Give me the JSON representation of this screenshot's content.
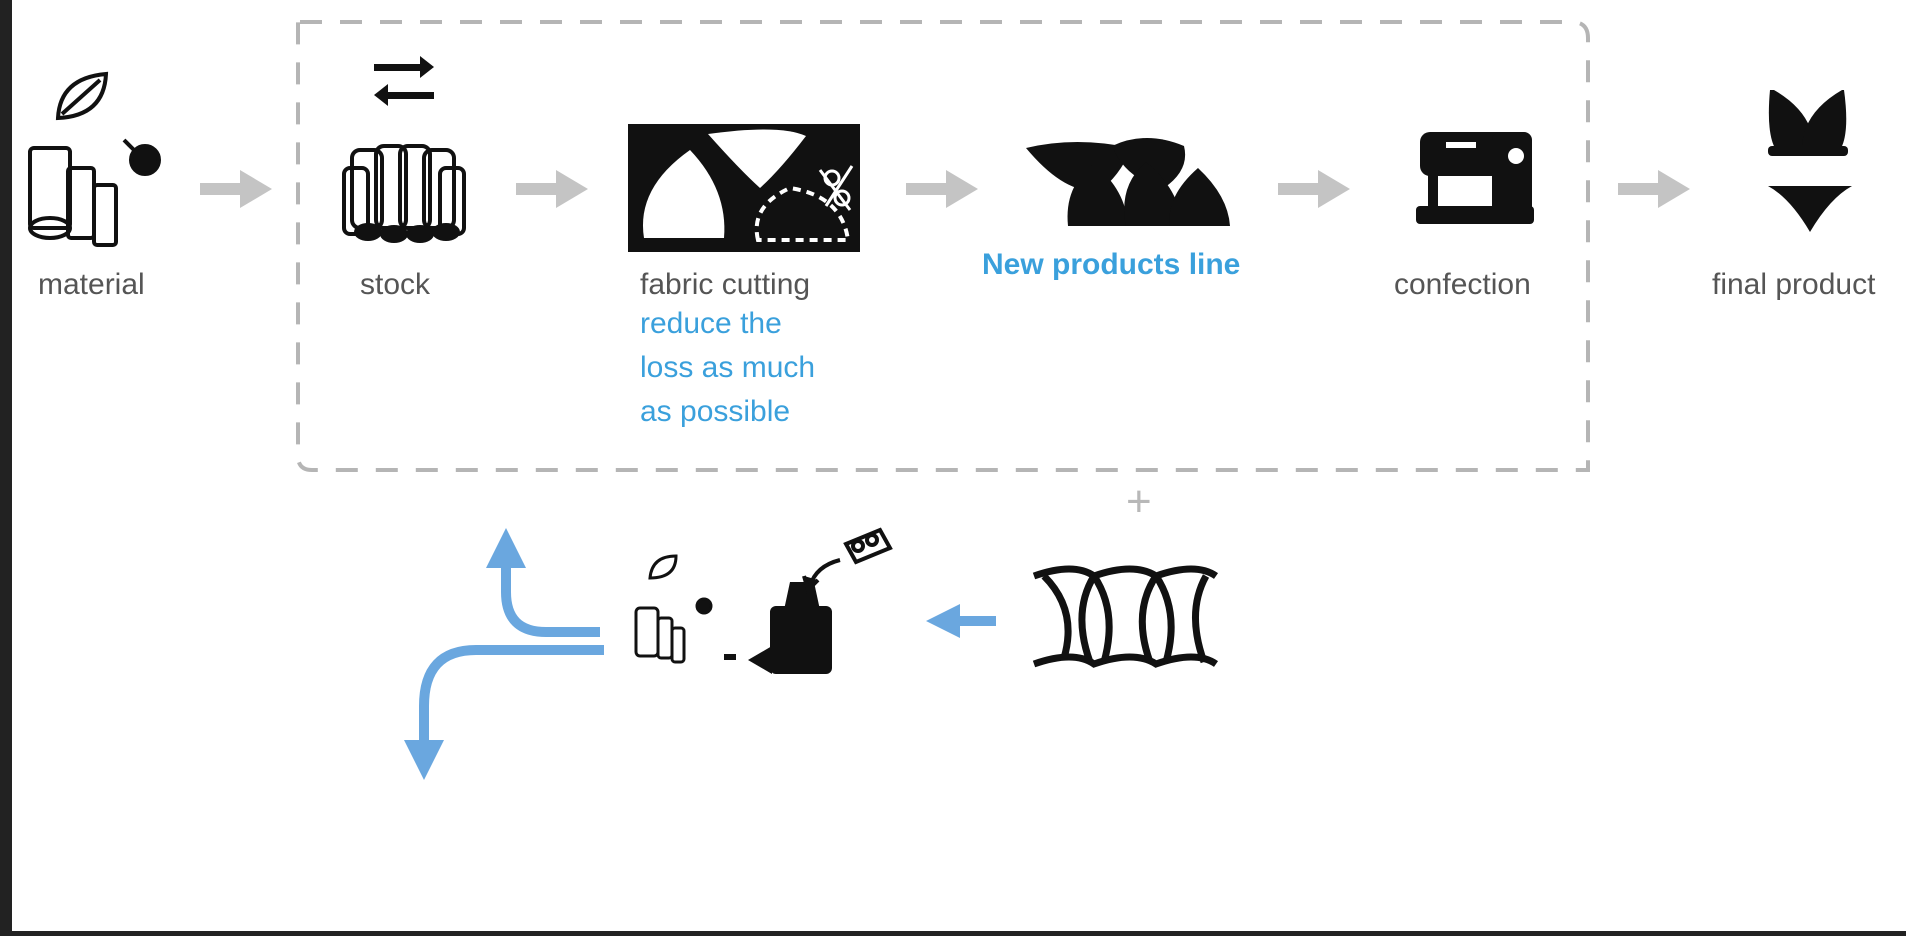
{
  "diagram": {
    "steps": [
      {
        "id": "material",
        "label": "material",
        "icon": "leaf-fabric-rolls-icon"
      },
      {
        "id": "stock",
        "label": "stock",
        "icon": "exchange-fabric-rolls-icon"
      },
      {
        "id": "fabric_cutting",
        "label": "fabric cutting",
        "icon": "fabric-cutting-pattern-icon"
      },
      {
        "id": "new_products",
        "label": "New products line",
        "icon": "cup-pieces-icon"
      },
      {
        "id": "confection",
        "label": "confection",
        "icon": "sewing-machine-icon"
      },
      {
        "id": "final_product",
        "label": "final product",
        "icon": "lingerie-icon"
      }
    ],
    "cutting_note": "reduce the\nloss as much\nas possible",
    "plus_sign": "+",
    "recycle": {
      "icons": [
        "fabric-roll-icon",
        "recycling-machine-icon",
        "scrap-pieces-icon",
        "scrap-lattice-icon"
      ]
    },
    "colors": {
      "background": "#ffffff",
      "outer_frame": "#222222",
      "arrow_gray": "#c4c4c4",
      "arrow_blue": "#6aa7df",
      "text_gray": "#555555",
      "text_blue": "#3aa0dc",
      "icon_black": "#111111",
      "dashed_box": "#b5b5b5"
    }
  }
}
